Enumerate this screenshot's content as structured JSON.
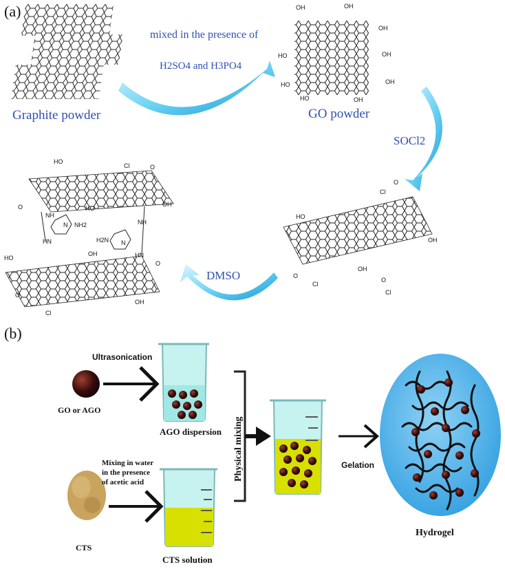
{
  "panel_a": {
    "label": "(a)",
    "step1_line1": "mixed in the presence of",
    "step1_line2": "H2SO4  and H3PO4",
    "graphite_caption": "Graphite powder",
    "go_caption": "GO powder",
    "step2": "SOCl2",
    "step3": "DMSO",
    "groups": {
      "cooh": "OH",
      "cooh_full": "HO",
      "carbonyl": "O",
      "ho": "HO",
      "oh": "OH",
      "cl": "Cl",
      "nh": "NH",
      "hn": "HN",
      "nh2": "NH2",
      "h2n": "H2N",
      "n": "N"
    }
  },
  "panel_b": {
    "label": "(b)",
    "ultrasonication": "Ultrasonication",
    "go_or_ago": "GO or AGO",
    "ago_dispersion": "AGO dispersion",
    "mixing_line1": "Mixing in water",
    "mixing_line2": "in the presence",
    "mixing_line3": "of acetic acid",
    "cts": "CTS",
    "cts_solution": "CTS solution",
    "physical_mixing": "Physical mixing",
    "gelation": "Gelation",
    "hydrogel": "Hydrogel"
  },
  "colors": {
    "label_blue": "#2f4fb3",
    "arrow_cyan": "#5fd0f0",
    "arrow_deep": "#1aa6dc",
    "beaker_liquid": "#9fe8e4",
    "solution_yellow": "#d7e000",
    "particle": "#3a0d0d",
    "hydrogel_blue": "#4fb6ea",
    "powder": "#c9a45e"
  }
}
